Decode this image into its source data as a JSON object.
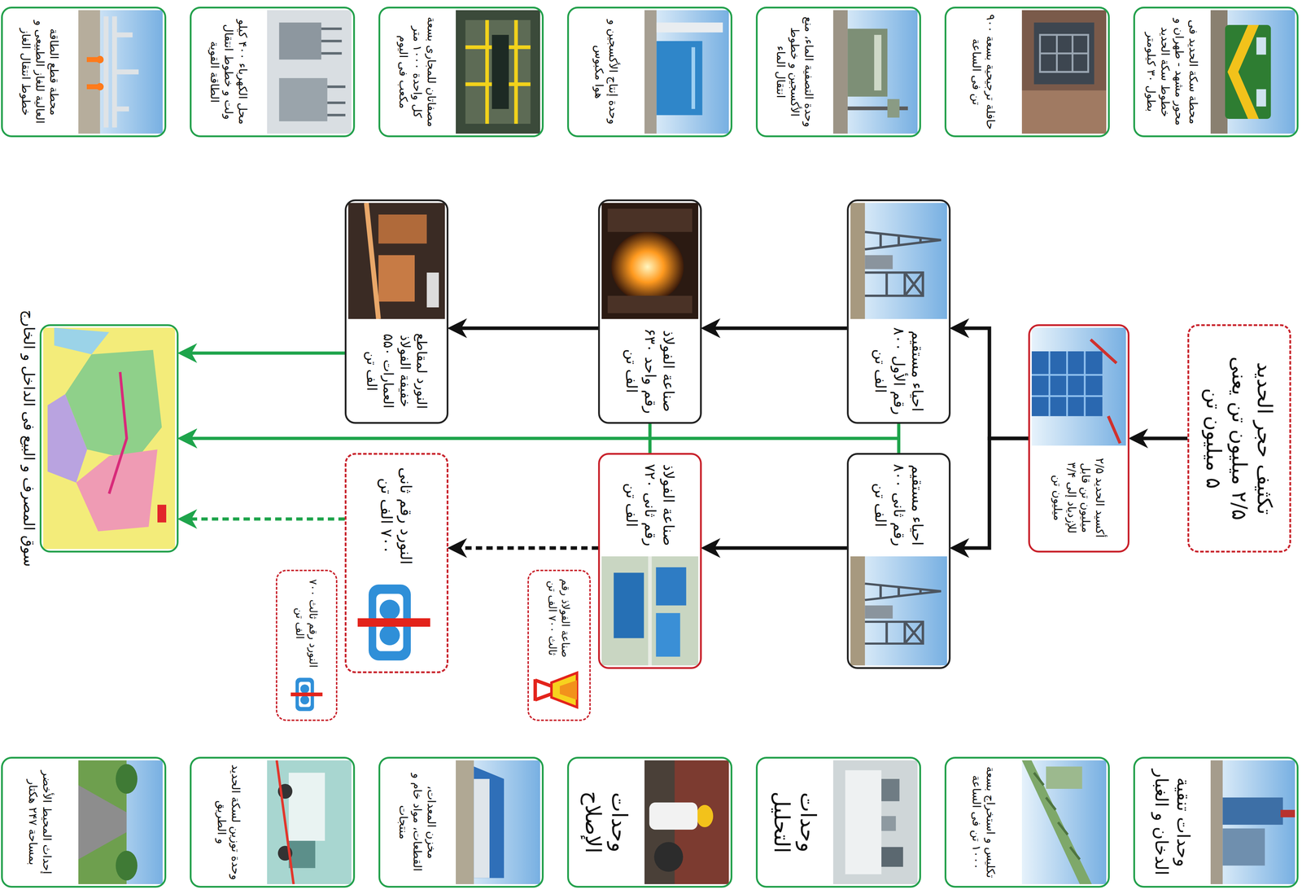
{
  "diagram": {
    "nodes": [
      {
        "text": [
          "تکثیف حجر الحدید ۲/۵ میلیون تن یعنی ۵ میلیون تن"
        ]
      },
      {
        "text": [
          "أکسید الحدید ۲/۵ میلیون تن قابل للإزدیاد إلی ۳/۴ میلیون تن"
        ]
      },
      {
        "text": [
          "احیاء مستقیم رقم الأول ۸۰۰ الف تن"
        ]
      },
      {
        "text": [
          "احیاء مستقیم رقم ثانی ۸۰۰ الف تن"
        ]
      },
      {
        "text": [
          "صناعة الفولاذ رقم واحد ۶۳۰ الف تن"
        ]
      },
      {
        "text": [
          "صناعة الفولاذ رقم ثانی ۷۲۰ الف تن"
        ]
      },
      {
        "text": [
          "صناعة الفولاذ رقم ثالث ۷۰۰ الف تن"
        ]
      },
      {
        "text": [
          "النورد لمقاطع خفیفة الفولاذ العمارات ۵۵۰ الف تن"
        ]
      },
      {
        "text": [
          "النورد رقم ثانی ۷۰۰ الف تن"
        ]
      },
      {
        "text": [
          "النورد رقم ثالث ۷۰۰ الف تن"
        ]
      },
      {
        "text": [
          "سوق المصرف و البیع فی الداخل و الخارج"
        ]
      },
      {
        "text": [
          "محطة سکة الحدید فی محور مشهد - طهران و خطوط سکة الحدید بطول ۳۰ کیلومتر"
        ]
      },
      {
        "text": [
          "حافلة ترجیحیة بسعة ۹۰۰ تن فی الساعة"
        ]
      },
      {
        "text": [
          "وحدة التصفیة الماء، منع الأکسجین و خطوط انتقال الماء"
        ]
      },
      {
        "text": [
          "وحدة إنتاج الأکسجین و هوا مکبوس"
        ]
      },
      {
        "text": [
          "مصفاتان للمجاری بسعة کل واحدة ۱۰۰۰ متر مکعب فی الیوم"
        ]
      },
      {
        "text": [
          "محل الکهرباء ۴۰۰ کیلو ولت و خطوط انتقال الطاقة القویة"
        ]
      },
      {
        "text": [
          "محطة قطع الطاقة العالیة للغاز الطبیعی و خطوط انتقال الغاز"
        ]
      },
      {
        "text": [
          "وحدات تنقیة الدخان و الغبار"
        ]
      },
      {
        "text": [
          "تکلیس و استخراج بسعة ۱۰۰۰ تن فی الساعة"
        ]
      },
      {
        "text": [
          "وحدات التحلیل"
        ]
      },
      {
        "text": [
          "وحدات الإصلاح"
        ]
      },
      {
        "text": [
          "مخزن المعدات، القطعات، مواد خام و منتجات"
        ]
      },
      {
        "text": [
          "وحدة توزین لسکة الحدید و الطریق"
        ]
      },
      {
        "text": [
          "إحداث المحیط الأخضر بمساحة ۲۴۷ هکتار"
        ]
      }
    ],
    "edges": [
      {
        "from": 0,
        "to": 1,
        "arrow": "to"
      },
      {
        "from": 1,
        "to": 2,
        "arrow": "to"
      },
      {
        "from": 1,
        "to": 3,
        "arrow": "to"
      },
      {
        "from": 2,
        "to": 4,
        "arrow": "to"
      },
      {
        "from": 3,
        "to": 5,
        "arrow": "to"
      },
      {
        "from": 4,
        "to": 7,
        "arrow": "to"
      },
      {
        "from": 5,
        "to": 8,
        "arrow": "to"
      },
      {
        "from": 7,
        "to": 10,
        "arrow": "to"
      },
      {
        "from": 8,
        "to": 10,
        "arrow": "to"
      },
      {
        "from": 2,
        "to": 10,
        "arrow": "to"
      },
      {
        "from": 3,
        "to": 10,
        "arrow": "to"
      },
      {
        "from": 4,
        "to": 10,
        "arrow": "to"
      },
      {
        "from": 5,
        "to": 10,
        "arrow": "to"
      }
    ]
  }
}
